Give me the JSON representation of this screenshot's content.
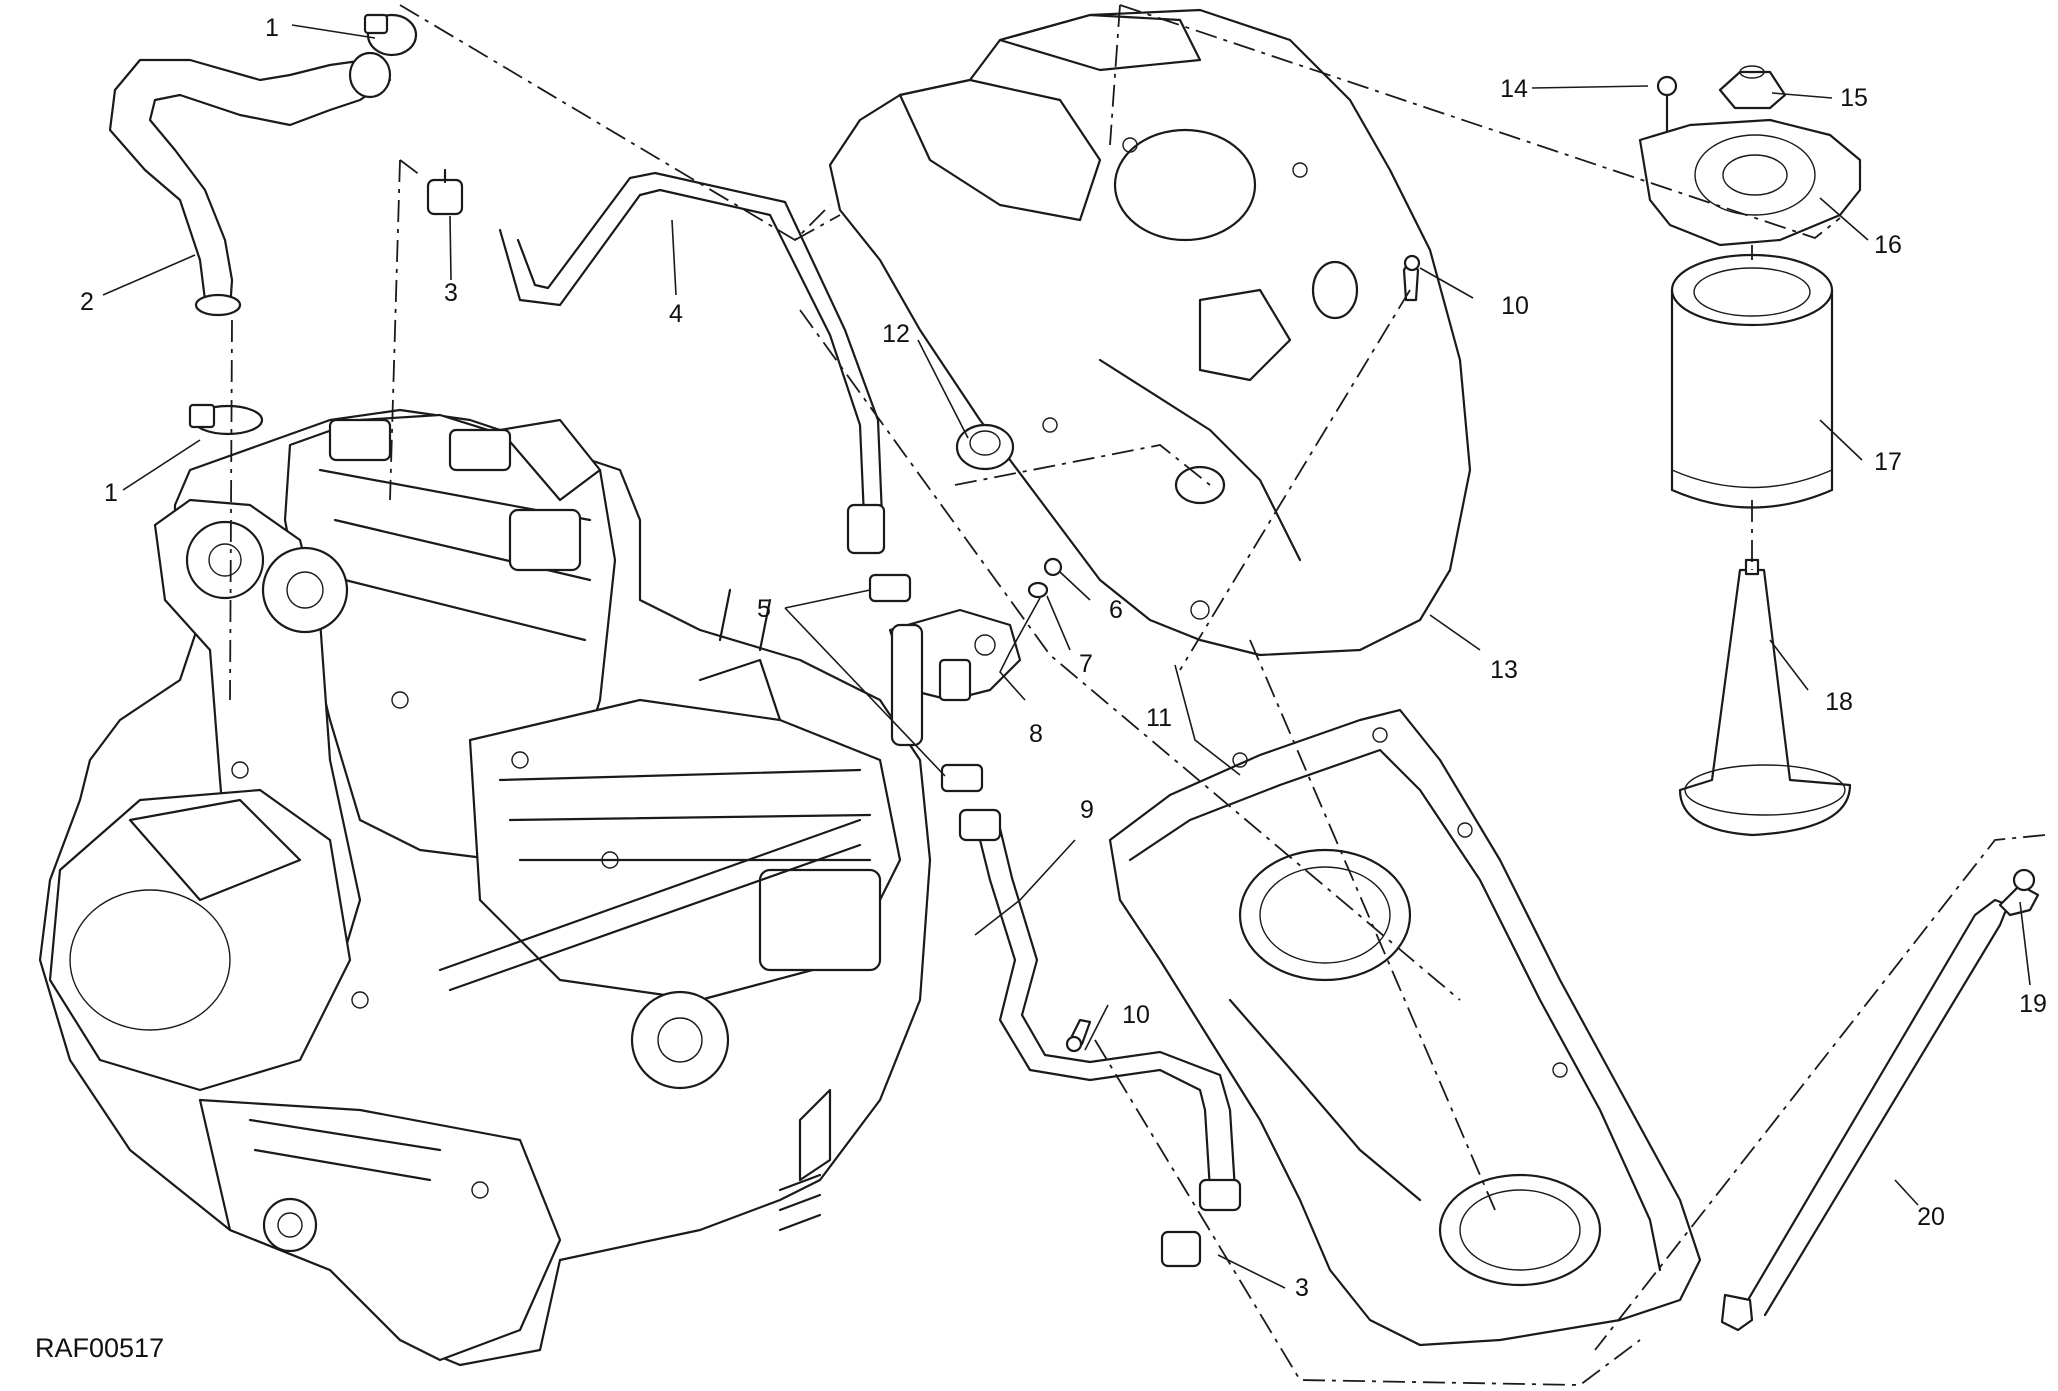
{
  "diagram_code": "RAF00517",
  "callouts": [
    "1",
    "2",
    "3",
    "4",
    "5",
    "6",
    "7",
    "8",
    "9",
    "10",
    "11",
    "12",
    "13",
    "14",
    "15",
    "16",
    "17",
    "18",
    "19",
    "20"
  ],
  "line_color": "#1a1a1a",
  "background": "#ffffff"
}
